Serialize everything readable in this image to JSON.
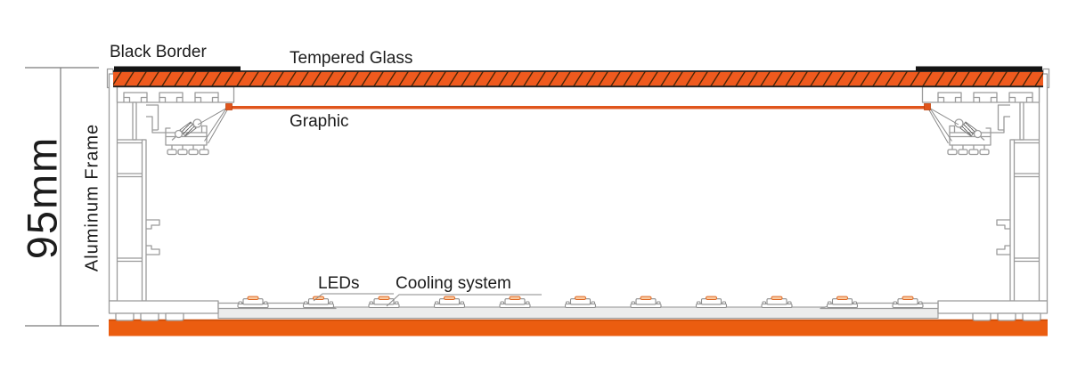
{
  "diagram": {
    "title_context": "Light box cross-section",
    "dimension": {
      "label": "95mm"
    },
    "labels": {
      "frame": "Aluminum Frame",
      "black_border": "Black Border",
      "tempered_glass": "Tempered Glass",
      "graphic": "Graphic",
      "leds": "LEDs",
      "cooling": "Cooling system"
    },
    "led_count": 11,
    "colors": {
      "orange": "#EF5A1E",
      "orange_bottom": "#EB5D10",
      "orange_dark": "#C84A06",
      "graphic_line": "#E0551C",
      "hatch": "#4A2608",
      "black": "#141414",
      "profile_stroke": "#9B9B9B",
      "plate_fill": "#ECECEC",
      "led_chip_fill": "#F8C9A0",
      "led_chip_stroke": "#E06A25",
      "text": "#1C1C1C",
      "dim_line": "#7A7A7A"
    }
  }
}
